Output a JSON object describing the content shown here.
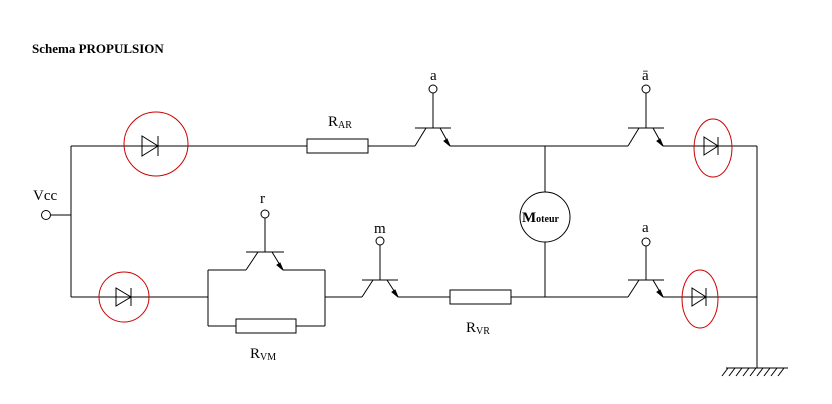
{
  "title": "Schema PROPULSION",
  "labels": {
    "vcc": "Vcc",
    "r_ar": {
      "main": "R",
      "sub": "AR"
    },
    "r_vm": {
      "main": "R",
      "sub": "VM"
    },
    "r_vr": {
      "main": "R",
      "sub": "VR"
    },
    "t_a_top": "a",
    "t_abar": "ā",
    "t_r": "r",
    "t_m": "m",
    "t_a_bottom": "a",
    "motor": {
      "main": "M",
      "sub": "oteur"
    }
  },
  "colors": {
    "wire": "#000000",
    "highlight": "#cc0000"
  }
}
